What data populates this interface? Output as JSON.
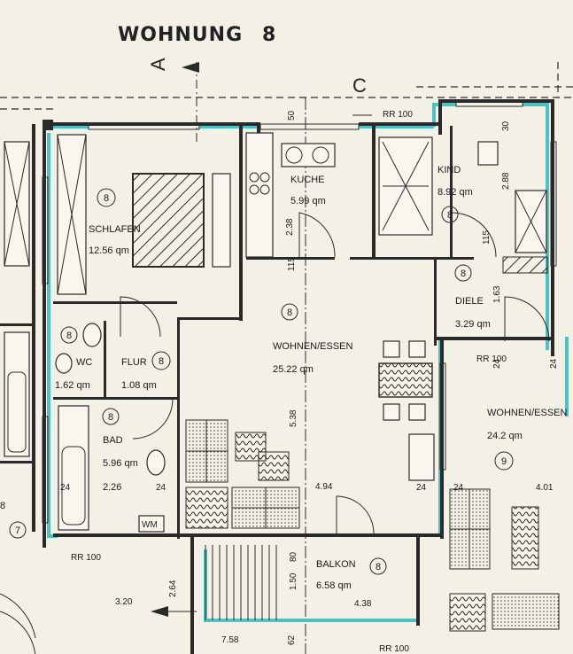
{
  "header": {
    "title": "WOHNUNG",
    "unit_number": "8",
    "section_a": "A",
    "section_c": "C"
  },
  "rooms": {
    "schlafen": {
      "name": "SCHLAFEN",
      "area": "12.56 qm",
      "unit": "8"
    },
    "kuche": {
      "name": "KUCHE",
      "area": "5.99 qm"
    },
    "kind": {
      "name": "KIND",
      "area": "8.92 qm",
      "unit": "8"
    },
    "diele": {
      "name": "DIELE",
      "area": "3.29 qm",
      "unit": "8"
    },
    "wohnen": {
      "name": "WOHNEN/ESSEN",
      "area": "25.22 qm",
      "unit": "8"
    },
    "wc": {
      "name": "WC",
      "area": "1.62 qm"
    },
    "flur": {
      "name": "FLUR",
      "area": "1.08 qm",
      "unit": "8"
    },
    "bad": {
      "name": "BAD",
      "area": "5.96 qm",
      "unit": "8",
      "dim": "2.26"
    },
    "balkon": {
      "name": "BALKON",
      "area": "6.58 qm",
      "unit": "8",
      "dim": "4.38"
    },
    "wohnen9": {
      "name": "WOHNEN/ESSEN",
      "area": "24.2 qm",
      "unit": "9"
    }
  },
  "dimensions": {
    "d50": "50",
    "d30": "30",
    "d288": "2.88",
    "d238": "2.38",
    "d115a": "115",
    "d115b": "115",
    "d163": "1.63",
    "d538": "5.38",
    "d494": "4.94",
    "d401": "4.01",
    "d320": "3.20",
    "d264": "2.64",
    "d150": "1.50",
    "d80": "80",
    "d758": "7.58",
    "d62": "62",
    "d24a": "24",
    "d24b": "24",
    "d24c": "24",
    "d24d": "24",
    "d24e": "24",
    "d24f": "24",
    "rr1": "RR 100",
    "rr2": "RR 100",
    "rr3": "RR 100",
    "rr4": "RR 100",
    "wm": "WM",
    "c8": "8",
    "c7": "7"
  },
  "colors": {
    "paper": "#f3f0e6",
    "ink": "#2a2a2a",
    "accent": "#4fc1c4"
  }
}
